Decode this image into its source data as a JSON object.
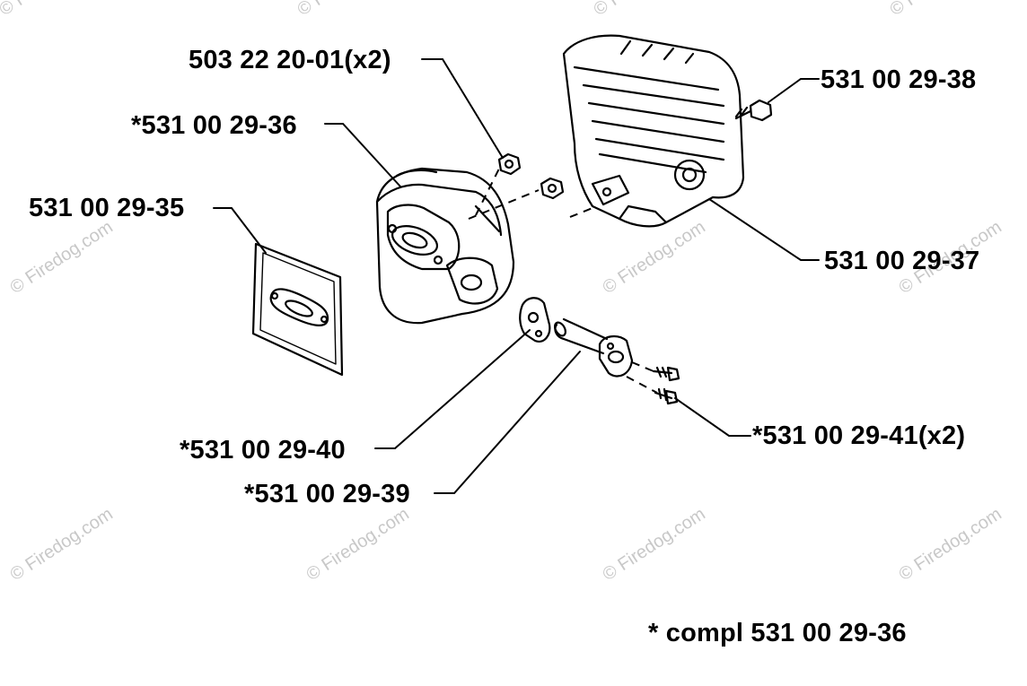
{
  "watermark": "© Firedog.com",
  "labels": {
    "nut": "503 22 20-01(x2)",
    "bolt": "531 00 29-38",
    "muffler": "*531 00 29-36",
    "gasket": "531 00 29-35",
    "cover": "531 00 29-37",
    "flange_gasket": "*531 00 29-40",
    "tube": "*531 00 29-39",
    "screws": "*531 00 29-41(x2)"
  },
  "footnote": "* compl 531 00 29-36"
}
